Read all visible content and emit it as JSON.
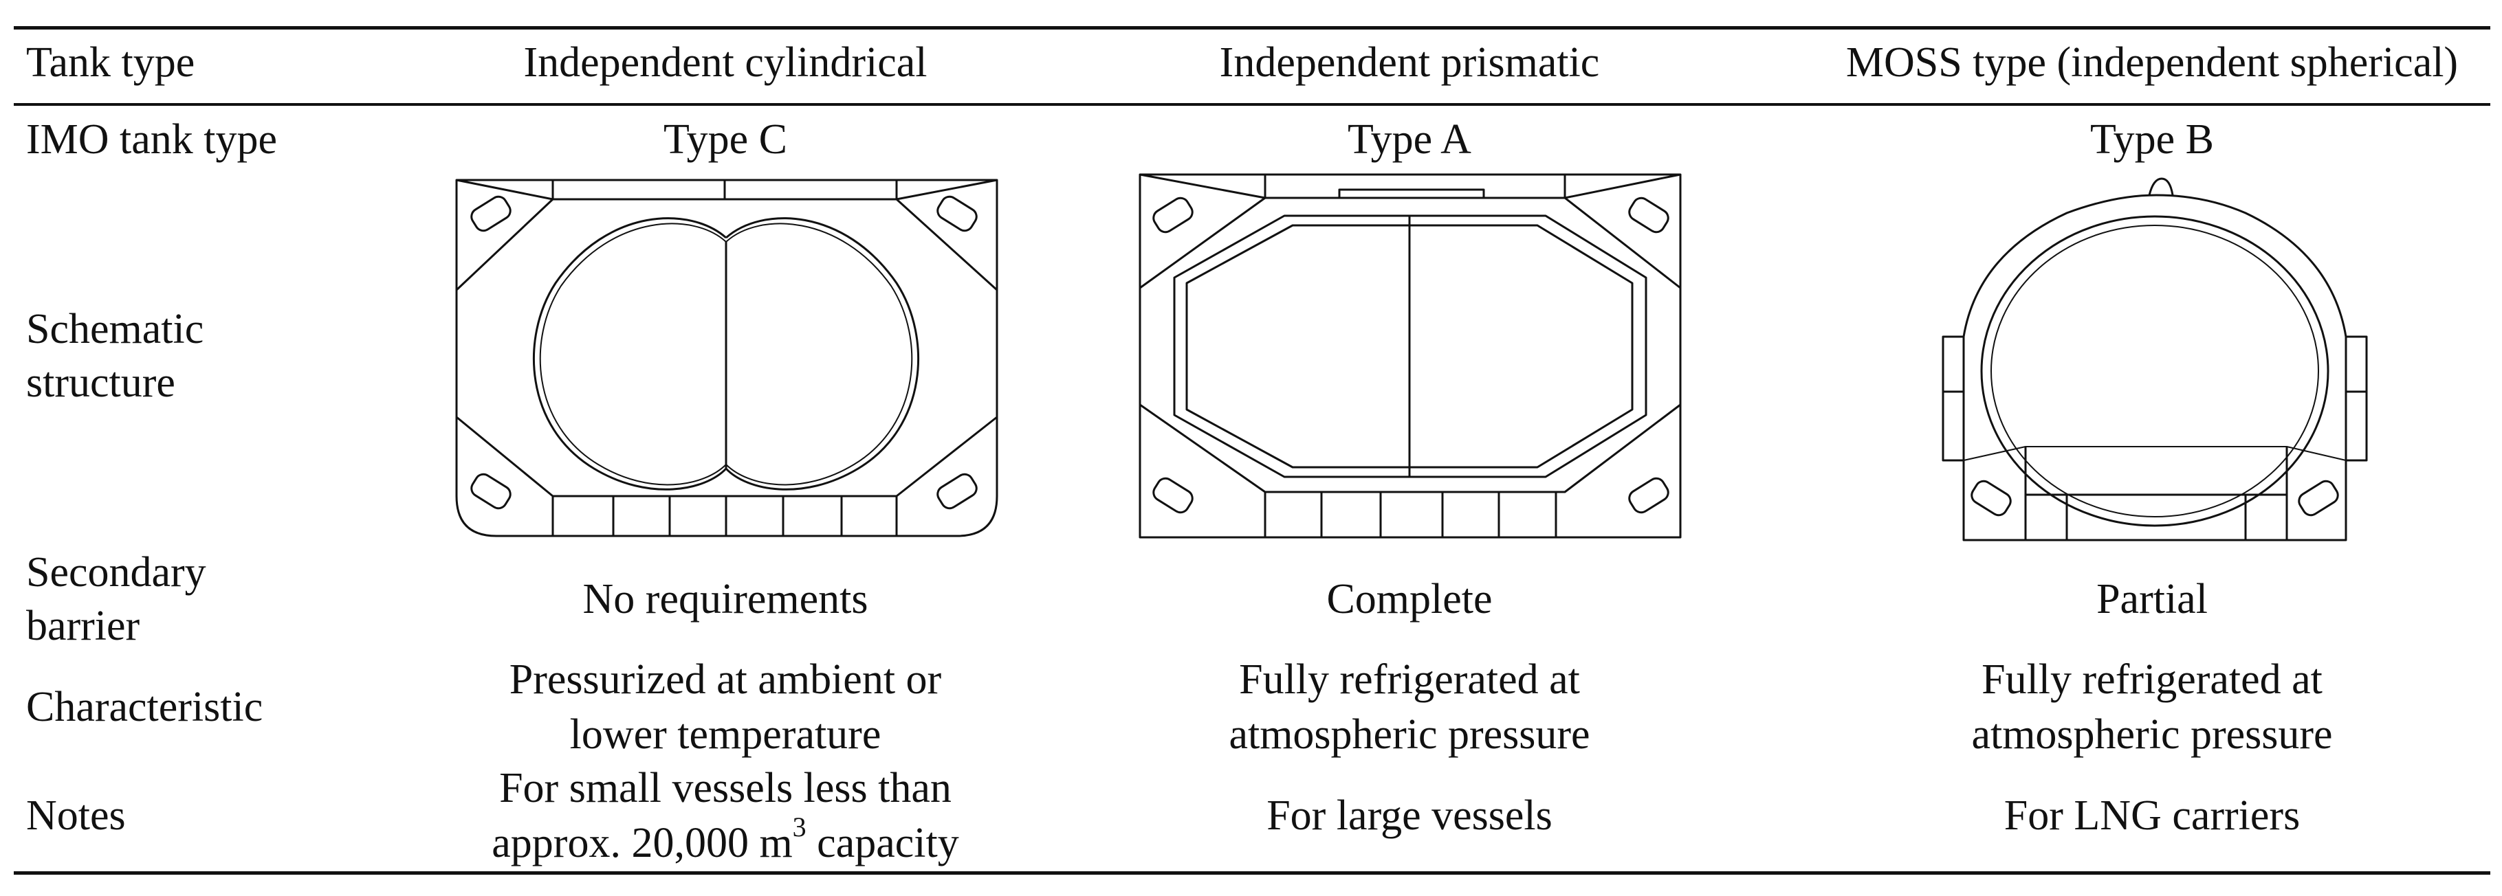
{
  "header": {
    "label": "Tank type",
    "col1": "Independent cylindrical",
    "col2": "Independent prismatic",
    "col3": "MOSS type (independent spherical)"
  },
  "rows": {
    "imo": {
      "label": "IMO tank type",
      "col1": "Type C",
      "col2": "Type A",
      "col3": "Type B"
    },
    "schematic": {
      "label_line1": "Schematic",
      "label_line2": "structure"
    },
    "secondary": {
      "label_line1": "Secondary",
      "label_line2": "barrier",
      "col1": "No requirements",
      "col2": "Complete",
      "col3": "Partial"
    },
    "characteristic": {
      "label": "Characteristic",
      "col1_line1": "Pressurized at ambient or",
      "col1_line2": "lower temperature",
      "col2_line1": "Fully refrigerated at",
      "col2_line2": "atmospheric pressure",
      "col3_line1": "Fully refrigerated at",
      "col3_line2": "atmospheric pressure"
    },
    "notes": {
      "label": "Notes",
      "col1_line1": "For small vessels less than",
      "col1_line2_pre": "approx. 20,000 m",
      "col1_line2_sup": "3",
      "col1_line2_post": " capacity",
      "col2": "For large vessels",
      "col3": "For LNG carriers"
    }
  }
}
